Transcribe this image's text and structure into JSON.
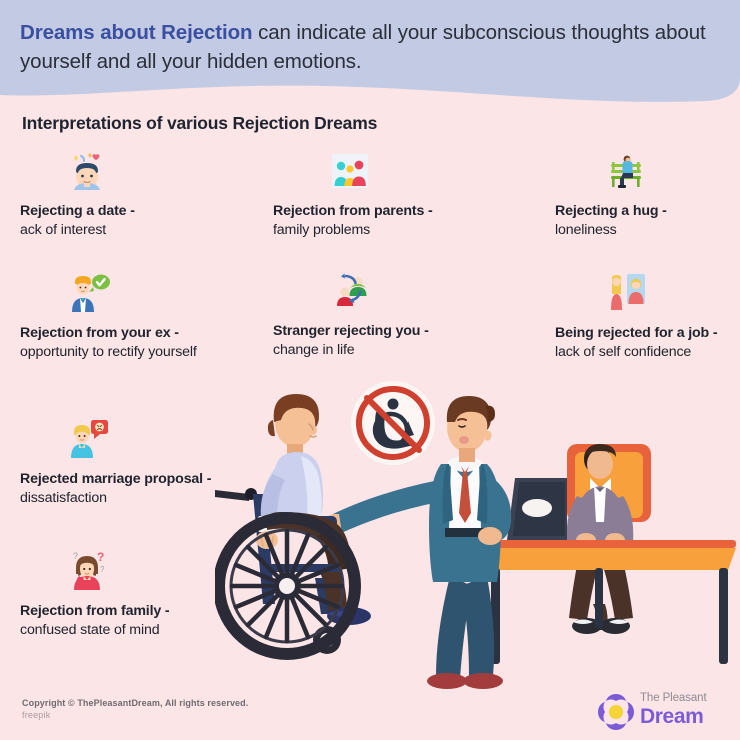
{
  "colors": {
    "page_background": "#fce5e6",
    "header_band": "#c3cae4",
    "header_accent_text": "#3a4fa0",
    "header_body_text": "#2b2f3a",
    "logo_purple": "#7b5cd6",
    "logo_yellow": "#f5d236",
    "footer_text": "#6f6a70",
    "credit_text": "#a79ba3"
  },
  "header": {
    "highlight": "Dreams about Rejection",
    "rest": " can indicate all your subconscious thoughts about yourself and all your hidden emotions."
  },
  "section": {
    "title": "Interpretations of various Rejection Dreams"
  },
  "items": [
    {
      "icon_name": "person-thinking-love-icon",
      "bold": "Rejecting a date -",
      "normal": "ack of interest"
    },
    {
      "icon_name": "family-group-icon",
      "bold": "Rejection from parents -",
      "normal": "family problems"
    },
    {
      "icon_name": "person-on-bench-icon",
      "bold": "Rejecting a hug -",
      "normal": "loneliness"
    },
    {
      "icon_name": "person-with-checkmark-icon",
      "bold": "Rejection from your ex -",
      "normal": " opportunity to rectify yourself"
    },
    {
      "icon_name": "two-people-exchange-icon",
      "bold": "Stranger rejecting you -",
      "normal": "change in life"
    },
    {
      "icon_name": "person-with-resume-icon",
      "bold": "Being rejected for a job -",
      "normal": " lack of self confidence"
    },
    {
      "icon_name": "person-with-angry-speech-bubble-icon",
      "bold": "Rejected marriage proposal -",
      "normal": " dissatisfaction"
    },
    {
      "icon_name": "confused-woman-icon",
      "bold": "Rejection from family -",
      "normal": "confused state of mind"
    }
  ],
  "illustration": {
    "name": "workplace-rejection-scene",
    "elements": [
      "man-in-wheelchair",
      "standing-man-in-blue-suit",
      "no-wheelchair-prohibition-sign",
      "seated-interviewer-at-desk",
      "laptop",
      "office-desk",
      "office-chair"
    ]
  },
  "footer": {
    "copyright": "Copyright © ThePleasantDream, All rights reserved.",
    "credit": "freepik"
  },
  "logo": {
    "mark_name": "pleasant-dream-flower-logo",
    "top": "The Pleasant",
    "bottom": "Dream"
  }
}
